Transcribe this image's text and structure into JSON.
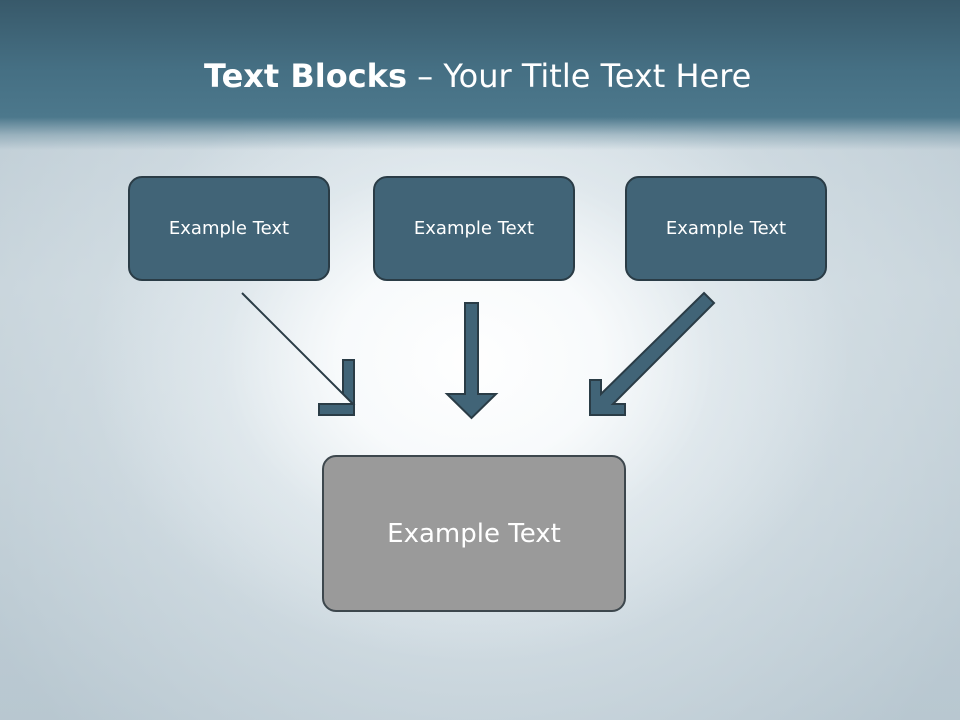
{
  "slide": {
    "title_bold": "Text Blocks",
    "title_dash": " – ",
    "title_rest": "Your Title Text Here"
  },
  "blocks": {
    "top": [
      {
        "label": "Example Text"
      },
      {
        "label": "Example Text"
      },
      {
        "label": "Example Text"
      }
    ],
    "bottom": {
      "label": "Example Text"
    }
  },
  "colors": {
    "header_band": "#456f83",
    "top_box_fill": "#416477",
    "bottom_box_fill": "#9a9a9a",
    "arrow_fill": "#416477",
    "arrow_stroke": "#2a3c46",
    "text": "#ffffff"
  },
  "icons": [
    "arrow-down-right-icon",
    "arrow-down-icon",
    "arrow-down-left-icon"
  ]
}
